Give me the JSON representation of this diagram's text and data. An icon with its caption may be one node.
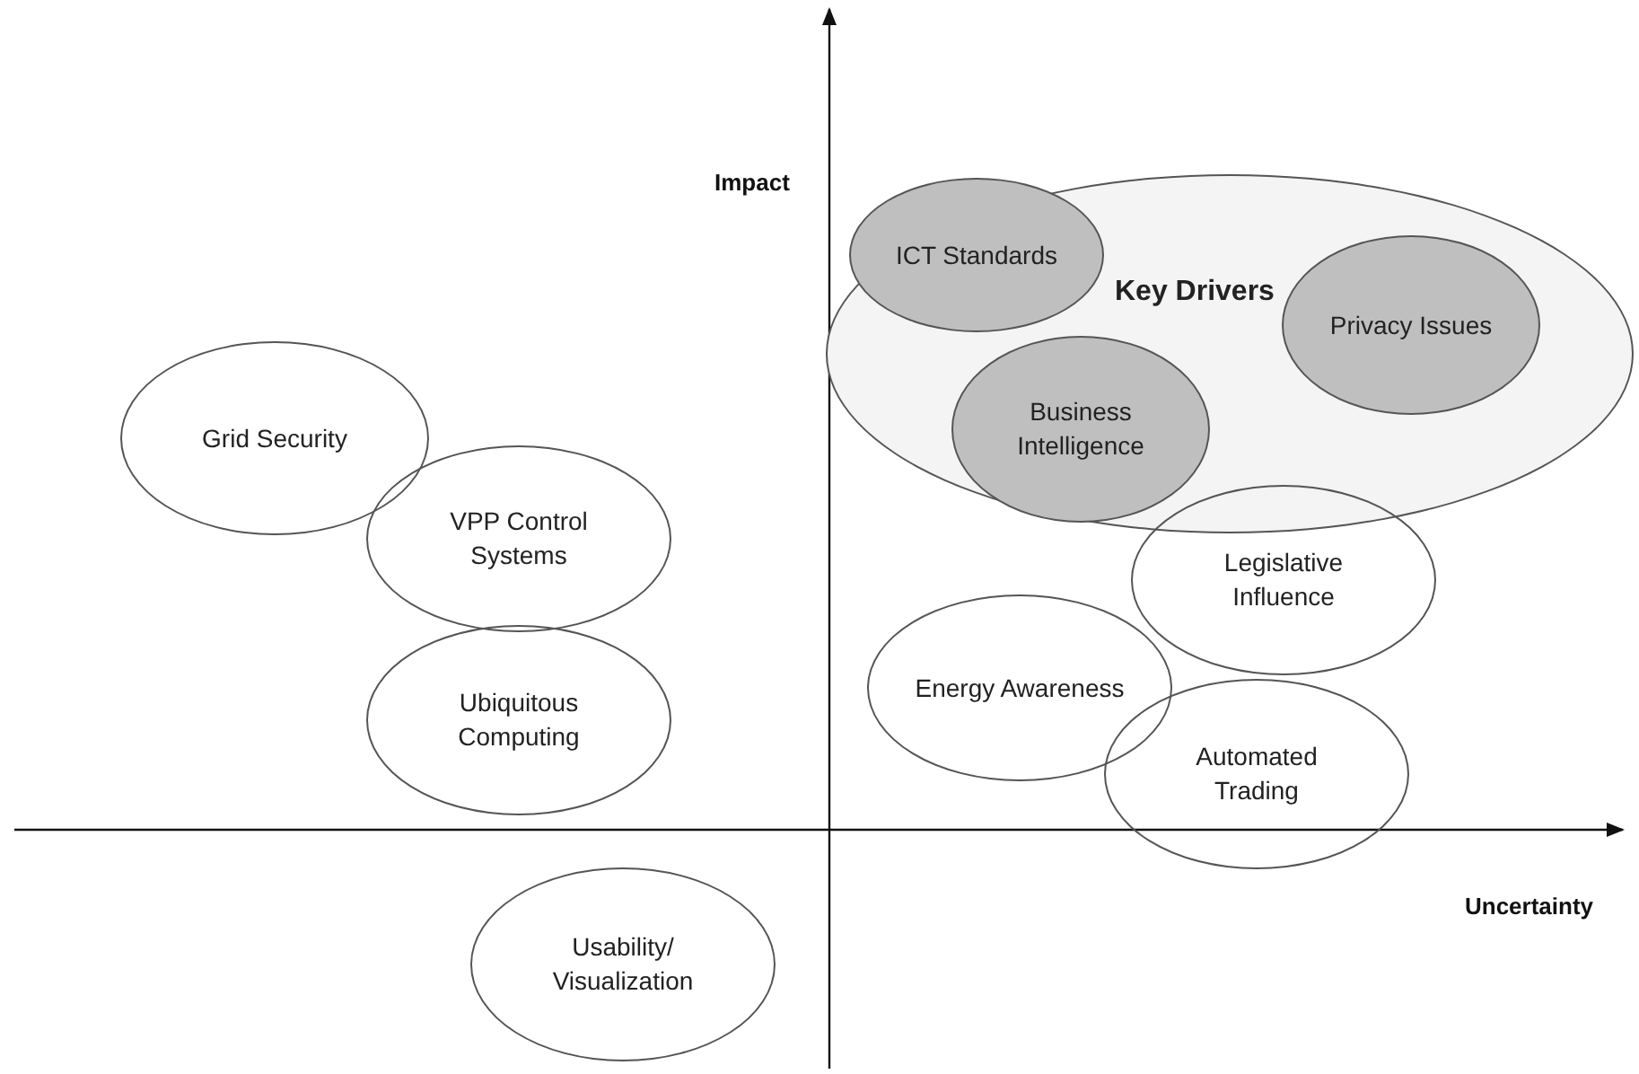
{
  "diagram": {
    "nodes": [
      {
        "text": [
          "Key Drivers"
        ]
      },
      {
        "text": [
          "ICT Standards"
        ],
        "in": 0
      },
      {
        "text": [
          "Business Intelligence"
        ],
        "in": 0
      },
      {
        "text": [
          "Privacy Issues"
        ],
        "in": 0
      },
      {
        "text": [
          "Grid Security"
        ]
      },
      {
        "text": [
          "VPP Control Systems"
        ]
      },
      {
        "text": [
          "Ubiquitous Computing"
        ]
      },
      {
        "text": [
          "Legislative Influence"
        ]
      },
      {
        "text": [
          "Energy Awareness"
        ]
      },
      {
        "text": [
          "Automated Trading"
        ]
      },
      {
        "text": [
          "Usability/ Visualization"
        ]
      }
    ],
    "edges": [],
    "labels": [
      "Impact",
      "Uncertainty"
    ]
  }
}
